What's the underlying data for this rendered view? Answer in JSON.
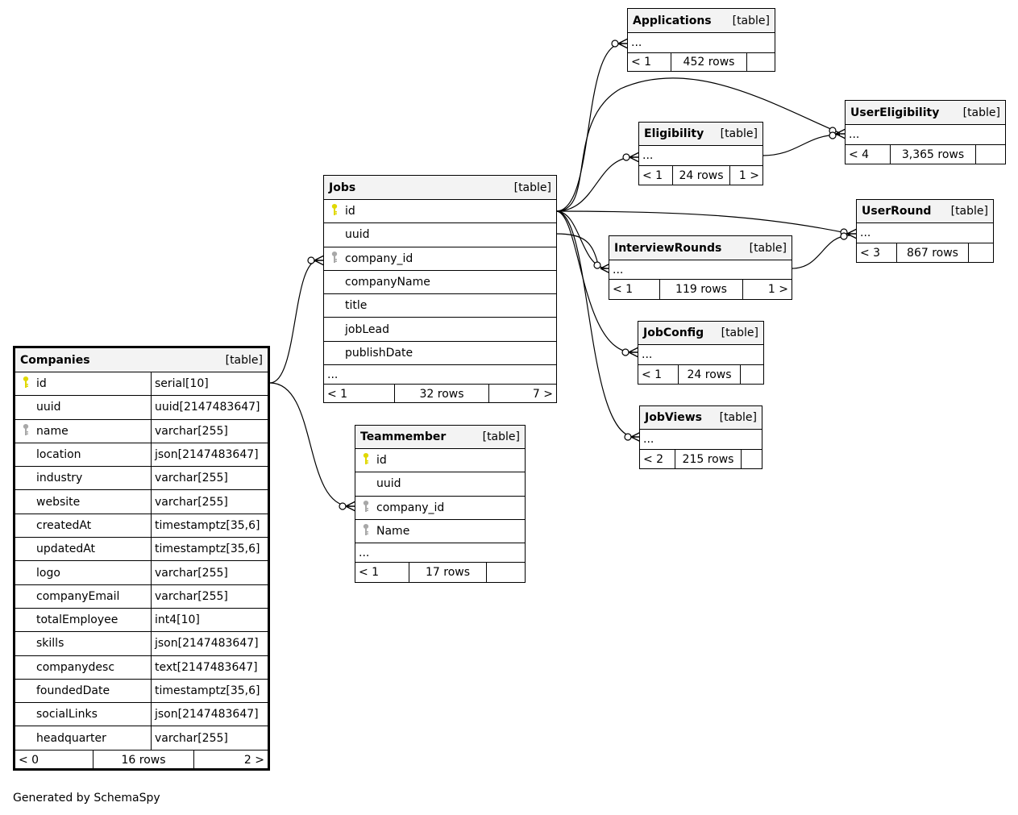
{
  "colors": {
    "primary_key": "#e0d800",
    "foreign_key": "#a8a8a8",
    "header_bg": "#f3f3f3"
  },
  "tables": {
    "companies": {
      "name": "Companies",
      "kind": "[table]",
      "columns": [
        {
          "name": "id",
          "type": "serial[10]",
          "key": "pk"
        },
        {
          "name": "uuid",
          "type": "uuid[2147483647]",
          "key": ""
        },
        {
          "name": "name",
          "type": "varchar[255]",
          "key": "fk"
        },
        {
          "name": "location",
          "type": "json[2147483647]",
          "key": ""
        },
        {
          "name": "industry",
          "type": "varchar[255]",
          "key": ""
        },
        {
          "name": "website",
          "type": "varchar[255]",
          "key": ""
        },
        {
          "name": "createdAt",
          "type": "timestamptz[35,6]",
          "key": ""
        },
        {
          "name": "updatedAt",
          "type": "timestamptz[35,6]",
          "key": ""
        },
        {
          "name": "logo",
          "type": "varchar[255]",
          "key": ""
        },
        {
          "name": "companyEmail",
          "type": "varchar[255]",
          "key": ""
        },
        {
          "name": "totalEmployee",
          "type": "int4[10]",
          "key": ""
        },
        {
          "name": "skills",
          "type": "json[2147483647]",
          "key": ""
        },
        {
          "name": "companydesc",
          "type": "text[2147483647]",
          "key": ""
        },
        {
          "name": "foundedDate",
          "type": "timestamptz[35,6]",
          "key": ""
        },
        {
          "name": "socialLinks",
          "type": "json[2147483647]",
          "key": ""
        },
        {
          "name": "headquarter",
          "type": "varchar[255]",
          "key": ""
        }
      ],
      "footer": [
        "< 0",
        "16 rows",
        "2 >"
      ]
    },
    "jobs": {
      "name": "Jobs",
      "kind": "[table]",
      "columns": [
        {
          "name": "id",
          "key": "pk"
        },
        {
          "name": "uuid",
          "key": ""
        },
        {
          "name": "company_id",
          "key": "fk"
        },
        {
          "name": "companyName",
          "key": ""
        },
        {
          "name": "title",
          "key": ""
        },
        {
          "name": "jobLead",
          "key": ""
        },
        {
          "name": "publishDate",
          "key": ""
        }
      ],
      "ellipsis": "...",
      "footer": [
        "< 1",
        "32 rows",
        "7 >"
      ]
    },
    "teammember": {
      "name": "Teammember",
      "kind": "[table]",
      "columns": [
        {
          "name": "id",
          "key": "pk"
        },
        {
          "name": "uuid",
          "key": ""
        },
        {
          "name": "company_id",
          "key": "fk"
        },
        {
          "name": "Name",
          "key": "fk"
        }
      ],
      "ellipsis": "...",
      "footer": [
        "< 1",
        "17 rows",
        ""
      ]
    },
    "applications": {
      "name": "Applications",
      "kind": "[table]",
      "ellipsis": "...",
      "footer": [
        "< 1",
        "452 rows",
        ""
      ]
    },
    "usereligibility": {
      "name": "UserEligibility",
      "kind": "[table]",
      "ellipsis": "...",
      "footer": [
        "< 4",
        "3,365 rows",
        ""
      ]
    },
    "eligibility": {
      "name": "Eligibility",
      "kind": "[table]",
      "ellipsis": "...",
      "footer": [
        "< 1",
        "24 rows",
        "1 >"
      ]
    },
    "userround": {
      "name": "UserRound",
      "kind": "[table]",
      "ellipsis": "...",
      "footer": [
        "< 3",
        "867 rows",
        ""
      ]
    },
    "interviewrounds": {
      "name": "InterviewRounds",
      "kind": "[table]",
      "ellipsis": "...",
      "footer": [
        "< 1",
        "119 rows",
        "1 >"
      ]
    },
    "jobconfig": {
      "name": "JobConfig",
      "kind": "[table]",
      "ellipsis": "...",
      "footer": [
        "< 1",
        "24 rows",
        ""
      ]
    },
    "jobviews": {
      "name": "JobViews",
      "kind": "[table]",
      "ellipsis": "...",
      "footer": [
        "< 2",
        "215 rows",
        ""
      ]
    }
  },
  "generated_by": "Generated by SchemaSpy"
}
